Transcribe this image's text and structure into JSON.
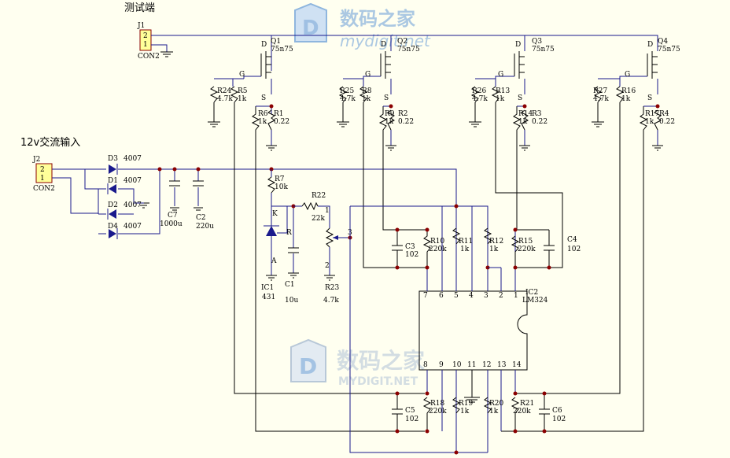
{
  "title_test": "测试端",
  "title_input": "12v交流输入",
  "watermark": {
    "cn": "数码之家",
    "en_top": "mydigit.net",
    "en_bottom": "MYDIGIT.NET"
  },
  "connectors": [
    {
      "ref": "J1",
      "type": "CON2",
      "pins": [
        "2",
        "1"
      ]
    },
    {
      "ref": "J2",
      "type": "CON2",
      "pins": [
        "2",
        "1"
      ]
    }
  ],
  "mosfets": [
    {
      "ref": "Q1",
      "part": "75n75"
    },
    {
      "ref": "Q2",
      "part": "75n75"
    },
    {
      "ref": "Q3",
      "part": "75n75"
    },
    {
      "ref": "Q4",
      "part": "75n75"
    }
  ],
  "pin_letters": {
    "d": "D",
    "g": "G",
    "s": "S",
    "k": "K",
    "r": "R",
    "a": "A"
  },
  "resistors": [
    {
      "ref": "R24",
      "value": "4.7k"
    },
    {
      "ref": "R5",
      "value": "1k"
    },
    {
      "ref": "R6",
      "value": "1k"
    },
    {
      "ref": "R1",
      "value": "0.22"
    },
    {
      "ref": "R25",
      "value": "4.7k"
    },
    {
      "ref": "R8",
      "value": "1k"
    },
    {
      "ref": "R9",
      "value": "1k"
    },
    {
      "ref": "R2",
      "value": "0.22"
    },
    {
      "ref": "R26",
      "value": "4.7k"
    },
    {
      "ref": "R13",
      "value": "1k"
    },
    {
      "ref": "R14",
      "value": "1k"
    },
    {
      "ref": "R3",
      "value": "0.22"
    },
    {
      "ref": "R27",
      "value": "4.7k"
    },
    {
      "ref": "R16",
      "value": "1k"
    },
    {
      "ref": "R17",
      "value": "1k"
    },
    {
      "ref": "R4",
      "value": "0.22"
    },
    {
      "ref": "R7",
      "value": "10k"
    },
    {
      "ref": "R22",
      "value": "22k"
    },
    {
      "ref": "R23",
      "value": "4.7k"
    },
    {
      "ref": "R10",
      "value": "220k"
    },
    {
      "ref": "R11",
      "value": "1k"
    },
    {
      "ref": "R12",
      "value": "1k"
    },
    {
      "ref": "R15",
      "value": "220k"
    },
    {
      "ref": "R18",
      "value": "220k"
    },
    {
      "ref": "R19",
      "value": "1k"
    },
    {
      "ref": "R20",
      "value": "1k"
    },
    {
      "ref": "R21",
      "value": "220k"
    }
  ],
  "capacitors": [
    {
      "ref": "C7",
      "value": "1000u"
    },
    {
      "ref": "C2",
      "value": "220u"
    },
    {
      "ref": "C1",
      "value": "10u"
    },
    {
      "ref": "C3",
      "value": "102"
    },
    {
      "ref": "C4",
      "value": "102"
    },
    {
      "ref": "C5",
      "value": "102"
    },
    {
      "ref": "C6",
      "value": "102"
    }
  ],
  "diodes": [
    {
      "ref": "D3",
      "value": "4007"
    },
    {
      "ref": "D1",
      "value": "4007"
    },
    {
      "ref": "D2",
      "value": "4007"
    },
    {
      "ref": "D4",
      "value": "4007"
    }
  ],
  "reference": {
    "ref": "IC1",
    "value": "431"
  },
  "opamp": {
    "ref": "IC2",
    "part": "LM324",
    "pins_top": [
      "7",
      "6",
      "5",
      "4",
      "3",
      "2",
      "1"
    ],
    "pins_bottom": [
      "8",
      "9",
      "10",
      "11",
      "12",
      "13",
      "14"
    ]
  },
  "pot_pins": [
    "1",
    "3",
    "2"
  ],
  "colors": {
    "background": "#fffff0",
    "wire": "#1a1a8c",
    "junction": "#8b0000",
    "connector_fill": "#ffff99",
    "zener": "#1a1a8c"
  }
}
